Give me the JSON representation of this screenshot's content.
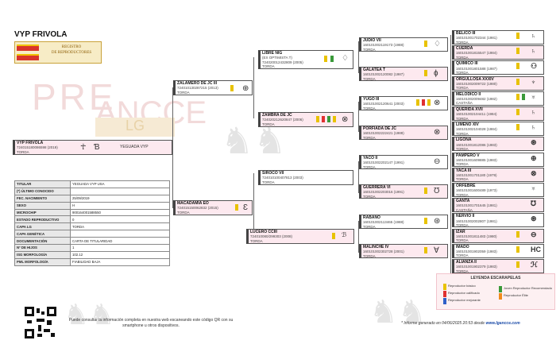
{
  "horse_name": "VYP FRIVOLA",
  "logo": {
    "badge1": "ANCCE",
    "badge2": "ANCCE",
    "line1": "REGISTRO",
    "line2": "DE REPRODUCTORES"
  },
  "watermark": {
    "pre": "PRE",
    "ancce": "ANCCE",
    "lg": "LG"
  },
  "subject": {
    "name": "VYP FRIVOLA",
    "id": "724015180086598 (2019)",
    "coat": "TORDA",
    "breeder": "YEGUADA VYP"
  },
  "gen1": [
    {
      "name": "ZALAMERO DE JC III",
      "id": "724010130287215 (2013)",
      "coat": "TORDA"
    },
    {
      "name": "MACADAMIA EO",
      "id": "724015150062832 (2015)",
      "coat": "TORDA"
    }
  ],
  "gen2": [
    {
      "name": "LIBRE NIG",
      "id": "(EX OPTIMISTA T)",
      "id2": "724020012432809 (2005)",
      "coat": "TORDA"
    },
    {
      "name": "ZAMBRA DE JC",
      "id": "724020212620847 (2006)",
      "coat": "TORDA"
    },
    {
      "name": "SIROCO VII",
      "id": "724010100407813 (2003)",
      "coat": "TORDA"
    },
    {
      "name": "LUCERO CCIII",
      "id": "724010080/299303 (2008)",
      "coat": "TORDA"
    }
  ],
  "gen3": [
    {
      "name": "JUDIO VII",
      "id": "160101002119173 (1988)",
      "coat": "TORDA"
    },
    {
      "name": "GALATEA T",
      "id": "160101002120082 (1987)",
      "coat": "TORDA"
    },
    {
      "name": "YUGO III",
      "id": "160101002120641 (2003)",
      "coat": "TORDA"
    },
    {
      "name": "PORFIADA DE JC",
      "id": "160101002222421 (1989)",
      "coat": "TORDA"
    },
    {
      "name": "YACO II",
      "id": "160101002202147 (1991)",
      "coat": "TORDA"
    },
    {
      "name": "GUERRERA VI",
      "id": "160101002203016 (1991)",
      "coat": "TORDA"
    },
    {
      "name": "RABANO",
      "id": "160101002113465 (1988)",
      "coat": "TORDA"
    },
    {
      "name": "MALINCHE IV",
      "id": "160101002302728 (2001)",
      "coat": "TORDA"
    }
  ],
  "gen4": [
    {
      "name": "BELICO III",
      "id": "160101001702344 (1981)",
      "coat": "TORDA"
    },
    {
      "name": "CUERDA",
      "id": "160101001815547 (1984)",
      "coat": "TORDA"
    },
    {
      "name": "QUIMICO III",
      "id": "160101001801588 (1987)",
      "coat": "TORDA"
    },
    {
      "name": "ORGULLOSA XXXIV",
      "id": "160101002009722 (1980)",
      "coat": "TORDA"
    },
    {
      "name": "MELODICO II",
      "id": "160101002009482 (1982)",
      "coat": "CASTAÑA"
    },
    {
      "name": "QUERIDA XVII",
      "id": "160101002104411 (1984)",
      "coat": "TORDA"
    },
    {
      "name": "LIMEÑO XIV",
      "id": "160101002104028 (1984)",
      "coat": "TORDA"
    },
    {
      "name": "LIGONA",
      "id": "160101001812086 (1983)",
      "coat": "TORDA"
    },
    {
      "name": "PAMPERO V",
      "id": "160101001609885 (1983)",
      "coat": "TORDA"
    },
    {
      "name": "YACA III",
      "id": "160101001701180 (1979)",
      "coat": "TORDA"
    },
    {
      "name": "ORFEBRE",
      "id": "160101001600489 (1973)",
      "coat": "TORDA"
    },
    {
      "name": "GANTA",
      "id": "160101001701645 (1981)",
      "coat": "CASTAÑA"
    },
    {
      "name": "NERVIO II",
      "id": "160101002002807 (1981)",
      "coat": "TORDA"
    },
    {
      "name": "IZAR",
      "id": "160101001811483 (1980)",
      "coat": "TORDA"
    },
    {
      "name": "IMADO",
      "id": "160101001902059 (1983)",
      "coat": "TORDA"
    },
    {
      "name": "ALIANZA II",
      "id": "160101001902379 (1983)",
      "coat": "TORDA"
    }
  ],
  "info_table": [
    {
      "k": "TITULAR",
      "v": "YEGUADA VYP USA"
    },
    {
      "k": "(*) ÚLTIMO CONOCIDO",
      "v": ""
    },
    {
      "k": "FEC. NACIMIENTO",
      "v": "25/09/2019"
    },
    {
      "k": "SEXO",
      "v": "H"
    },
    {
      "k": "MICROCHIP",
      "v": "900164001588550"
    },
    {
      "k": "ESTADO REPRODUCTIVO",
      "v": "0"
    },
    {
      "k": "CAPA LG",
      "v": "TORDA"
    },
    {
      "k": "CAPA GENÉTICA",
      "v": ""
    },
    {
      "k": "DOCUMENTACIÓN",
      "v": "CARTA DE TITULARIDAD"
    },
    {
      "k": "Nº DE HIJOS",
      "v": "1"
    },
    {
      "k": "ISG MORFOLOGÍA",
      "v": "102.12"
    },
    {
      "k": "PML MORFOLOGÍA",
      "v": "FIABILIDAD BAJA"
    }
  ],
  "legend": {
    "title": "LEYENDA ESCARAPELAS",
    "items": [
      "Reproductor básico",
      "Joven Reproductor Recomendado",
      "Reproductor calificado",
      "Reproductor Élite",
      "Reproductor mejorante"
    ]
  },
  "note": "Puede consultar la información completa en nuestra web escaneando este código QR con su smartphone u otros dispositivos.",
  "footer": {
    "text": "* Informe generado en 04/06/2025 20:53 desde",
    "link": "www.lgancce.com"
  },
  "colors": {
    "mare_bg": "#fde9ef",
    "stallion_bg": "#ffffff",
    "gold": "#e8c200",
    "red": "#e03030",
    "green": "#3a9a3a",
    "blue": "#3060c8",
    "orange": "#f08a1c"
  }
}
